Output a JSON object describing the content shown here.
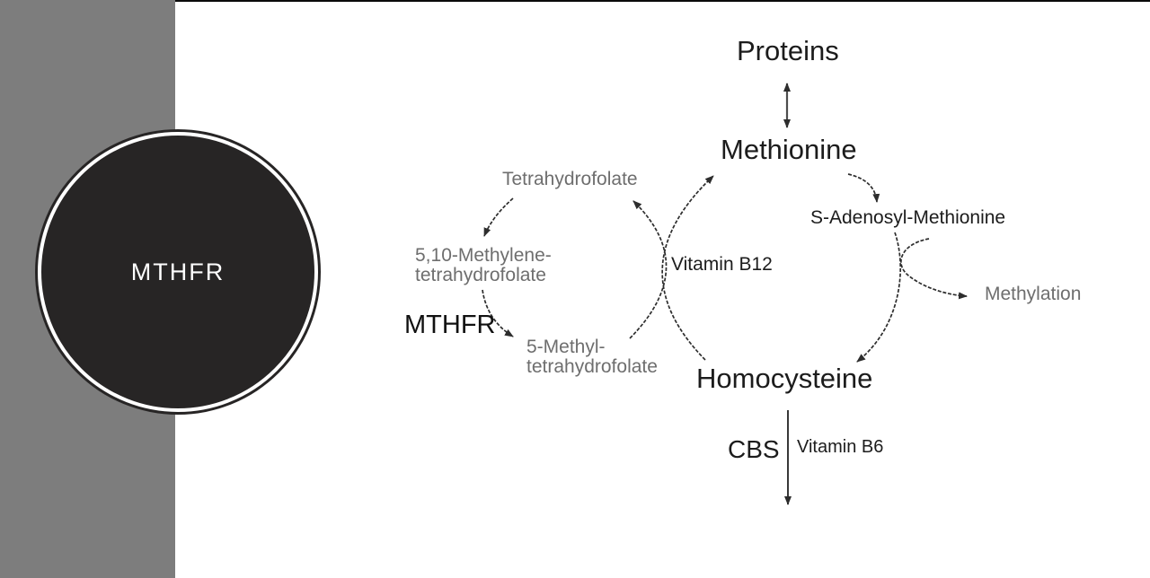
{
  "slide": {
    "sidebar_badge": {
      "label": "MTHFR"
    }
  },
  "diagram": {
    "nodes": {
      "proteins": "Proteins",
      "methionine": "Methionine",
      "sam": "S-Adenosyl-Methionine",
      "methylation": "Methylation",
      "homocysteine": "Homocysteine",
      "tetrahydrofolate": "Tetrahydrofolate",
      "methylene_thf_line1": "5,10-Methylene-",
      "methylene_thf_line2": "tetrahydrofolate",
      "mthfr_enzyme": "MTHFR",
      "methyl_thf_line1": "5-Methyl-",
      "methyl_thf_line2": "tetrahydrofolate",
      "vitamin_b12": "Vitamin B12",
      "cbs_enzyme": "CBS",
      "vitamin_b6": "Vitamin B6"
    },
    "edges": [
      "Proteins <-> Methionine",
      "Methionine -> S-Adenosyl-Methionine",
      "S-Adenosyl-Methionine -> Homocysteine",
      "S-Adenosyl-Methionine -> Methylation",
      "Homocysteine -> Methionine (via Vitamin B12)",
      "Homocysteine -> (down, via CBS + Vitamin B6)",
      "Tetrahydrofolate -> 5,10-Methylene-tetrahydrofolate",
      "5,10-Methylene-tetrahydrofolate -> 5-Methyl-tetrahydrofolate (via MTHFR)",
      "5-Methyl-tetrahydrofolate -> Tetrahydrofolate (via Vitamin B12)"
    ]
  },
  "colors": {
    "sidebar_gray": "#7d7d7d",
    "badge_fill": "#272525",
    "badge_ring": "#ffffff",
    "canvas": "#ffffff",
    "text_black": "#1c1c1c",
    "text_gray": "#6e6e6e",
    "arrow_stroke": "#2d2d2d"
  }
}
